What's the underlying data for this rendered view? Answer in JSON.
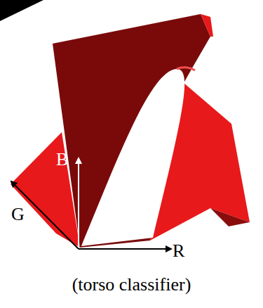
{
  "diagram": {
    "caption": "(torso classifier)",
    "labels": [
      "B",
      "G",
      "R"
    ]
  }
}
